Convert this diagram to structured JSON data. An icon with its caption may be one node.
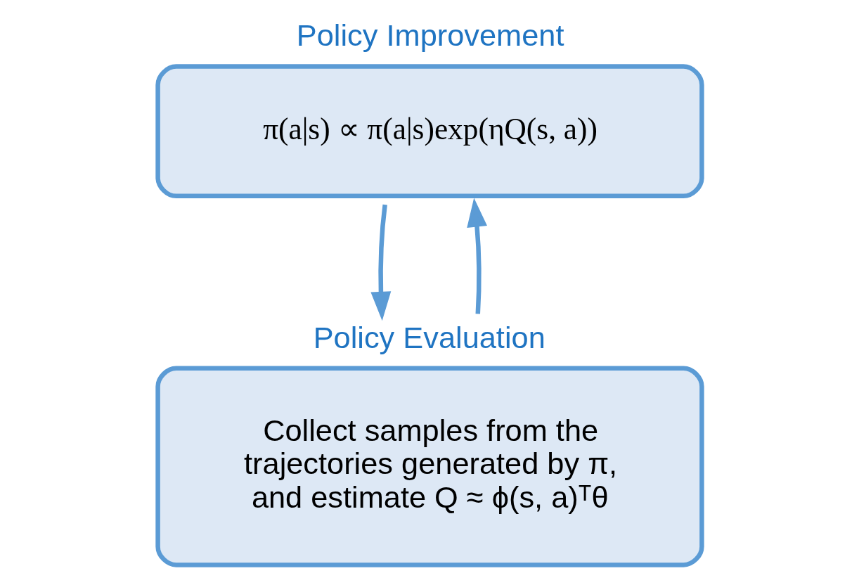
{
  "diagram": {
    "nodes": [
      {
        "text": [
          "Policy Improvement",
          "π(a|s) ∝ π(a|s)exp(ηQ(s, a))"
        ]
      },
      {
        "text": [
          "Policy Evaluation",
          "Collect samples from the trajectories generated by π, and estimate Q ≈ ϕ(s, a)ᵀθ"
        ]
      }
    ],
    "edges": [
      {
        "from": 0,
        "to": 1,
        "arrow": "to"
      },
      {
        "from": 1,
        "to": 0,
        "arrow": "to"
      }
    ]
  }
}
